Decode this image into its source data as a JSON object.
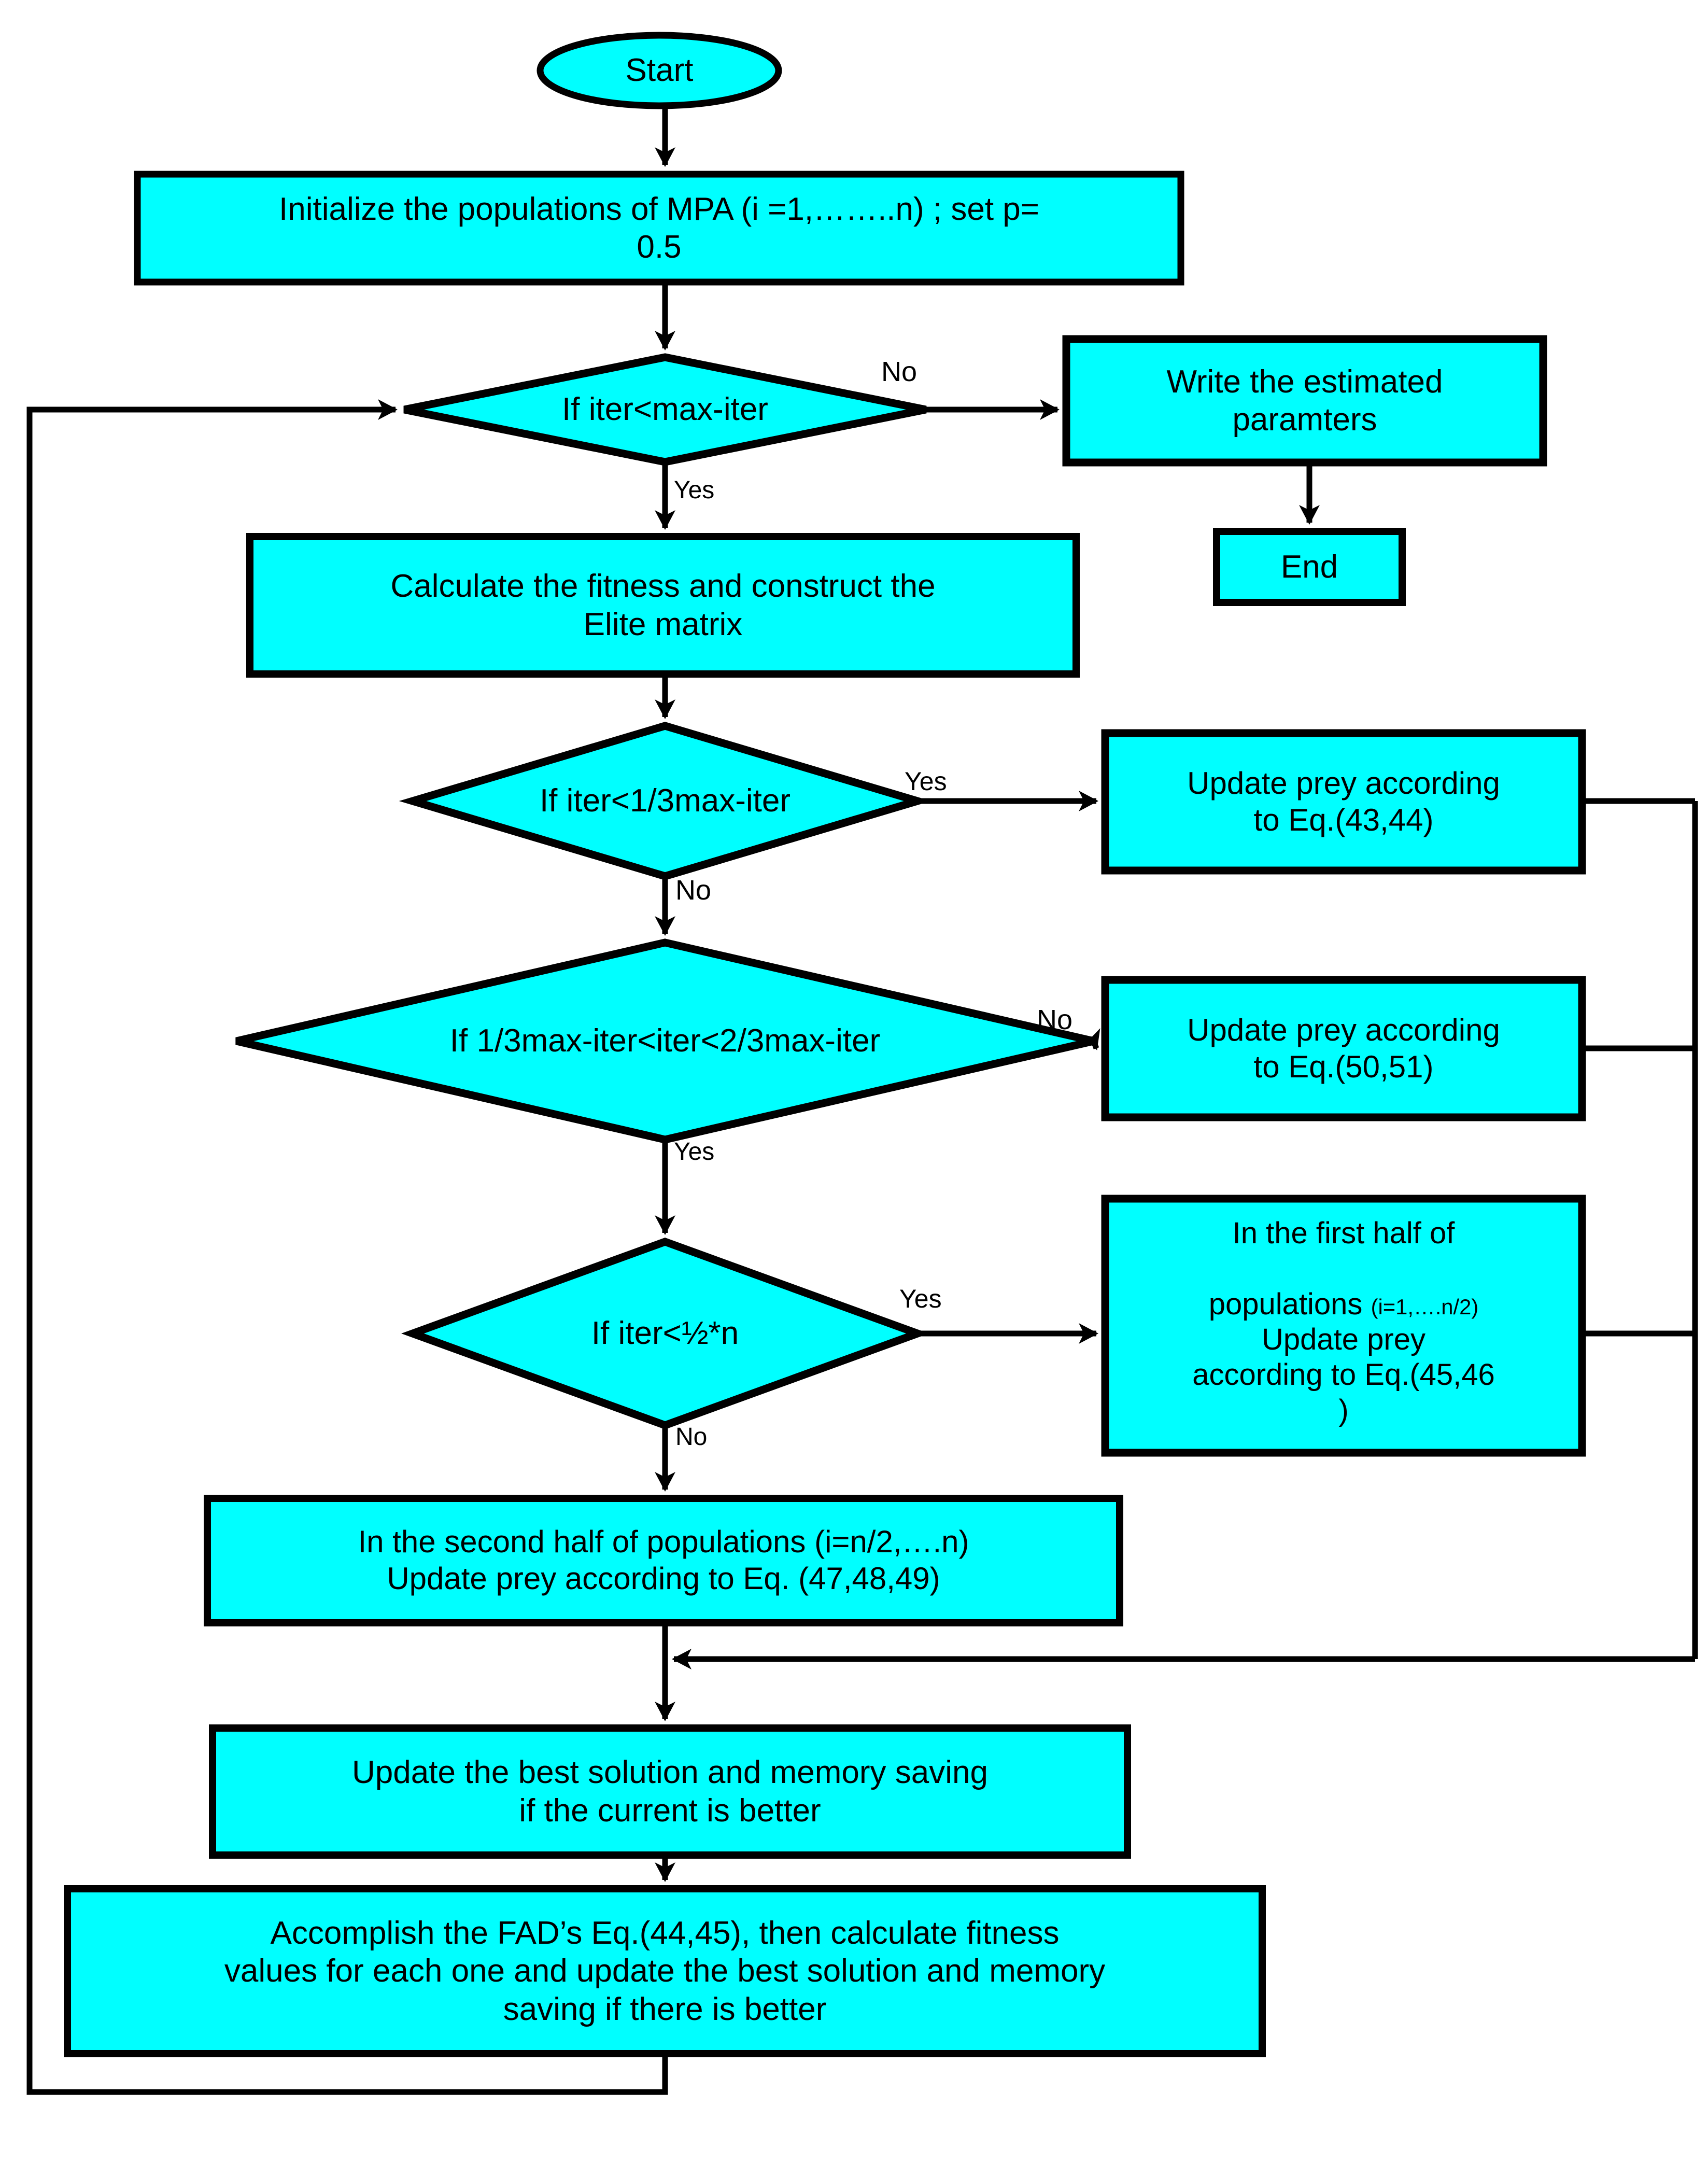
{
  "diagram": {
    "title": "Marine Predators Algorithm (MPA) flowchart",
    "fill_color": "#00FFFF",
    "stroke_color": "#000000",
    "background_color": "#FFFFFF"
  },
  "nodes": {
    "start": {
      "label": "Start",
      "shape": "ellipse"
    },
    "initialize": {
      "label": "Initialize the populations of MPA (i =1,……..n) ; set p=\n0.5",
      "shape": "process"
    },
    "check_max_iter": {
      "label": "If iter<max-iter",
      "shape": "decision"
    },
    "write_params": {
      "label": "Write the estimated\nparamters",
      "shape": "process"
    },
    "end": {
      "label": "End",
      "shape": "process"
    },
    "calc_fitness": {
      "label": "Calculate the fitness and construct the\nElite matrix",
      "shape": "process"
    },
    "check_third": {
      "label": "If iter<1/3max-iter",
      "shape": "decision"
    },
    "update_4344": {
      "label": "Update prey according\nto Eq.(43,44)",
      "shape": "process"
    },
    "check_two_thirds": {
      "label": "If 1/3max-iter<iter<2/3max-iter",
      "shape": "decision"
    },
    "update_5051": {
      "label": "Update prey according\nto Eq.(50,51)",
      "shape": "process"
    },
    "check_half_n": {
      "label": "If iter<½*n",
      "shape": "decision"
    },
    "first_half": {
      "line1": "In the first half of",
      "line2_main": "populations ",
      "line2_small": "(i=1,….n/2)",
      "line3": "Update prey",
      "line4": "according to Eq.(45,46",
      "line5": ")",
      "shape": "process"
    },
    "second_half": {
      "label": "In the second half of populations (i=n/2,….n)\nUpdate prey according to Eq. (47,48,49)",
      "shape": "process"
    },
    "update_best": {
      "label": "Update the best solution and memory saving\nif the current is better",
      "shape": "process"
    },
    "accomplish_fad": {
      "label": "Accomplish the FAD’s Eq.(44,45), then calculate fitness\nvalues for each one and update the best solution and memory\nsaving if there is better",
      "shape": "process"
    }
  },
  "edge_labels": {
    "max_iter_no": "No",
    "max_iter_yes": "Yes",
    "third_yes": "Yes",
    "third_no": "No",
    "two_thirds_no": "No",
    "two_thirds_yes": "Yes",
    "half_n_yes": "Yes",
    "half_n_no": "No"
  }
}
